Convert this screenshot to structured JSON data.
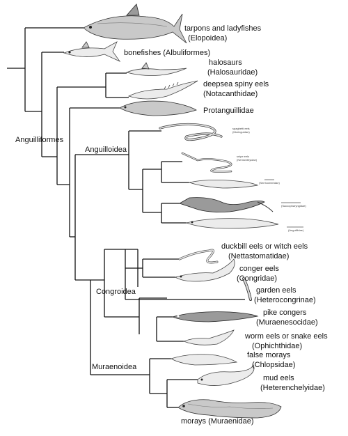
{
  "taxa": {
    "tarpons": {
      "common": "tarpons and ladyfishes",
      "sci": "(Elopoidea)"
    },
    "bonefishes": {
      "common": "bonefishes (Albuliformes)"
    },
    "halosaurs": {
      "common": "halosaurs",
      "sci": "(Halosauridae)"
    },
    "spiny_eels": {
      "common": "deepsea spiny eels",
      "sci": "(Notacanthidae)"
    },
    "protanguillidae": {
      "common": "Protanguillidae"
    },
    "spaghetti": {
      "common": "spaghetti eels",
      "sci": "(Moringuidae)"
    },
    "snipe": {
      "common": "snipe eels",
      "sci": "(Nemichthyidae)"
    },
    "serrivomer": {
      "common": "xxxxxxx",
      "sci": "(Serrivomeridae)"
    },
    "saccopharyn": {
      "common": "xxxxxxxxxxxxxx",
      "sci": "(Saccopharyngidae)"
    },
    "anguillidae": {
      "common": "xxxxxxxxxxxx",
      "sci": "(Anguillidae)"
    },
    "duckbill": {
      "common": "duckbill eels or witch eels",
      "sci": "(Nettastomatidae)"
    },
    "conger": {
      "common": "conger eels",
      "sci": "(Congridae)"
    },
    "garden": {
      "common": "garden eels",
      "sci": "(Heterocongrinae)"
    },
    "pike": {
      "common": "pike congers",
      "sci": "(Muraenesocidae)"
    },
    "worm": {
      "common": "worm eels or snake eels",
      "sci": "(Ophichthidae)"
    },
    "false_morays": {
      "common": "false morays",
      "sci": "(Chlopsidae)"
    },
    "mud": {
      "common": "mud eels",
      "sci": "(Heterenchelyidae)"
    },
    "morays": {
      "common": "morays (Muraenidae)"
    }
  },
  "clades": {
    "anguilliformes": "Anguilliformes",
    "anguilloidea": "Anguilloidea",
    "congroidea": "Congroidea",
    "muraenoidea": "Muraenoidea"
  }
}
